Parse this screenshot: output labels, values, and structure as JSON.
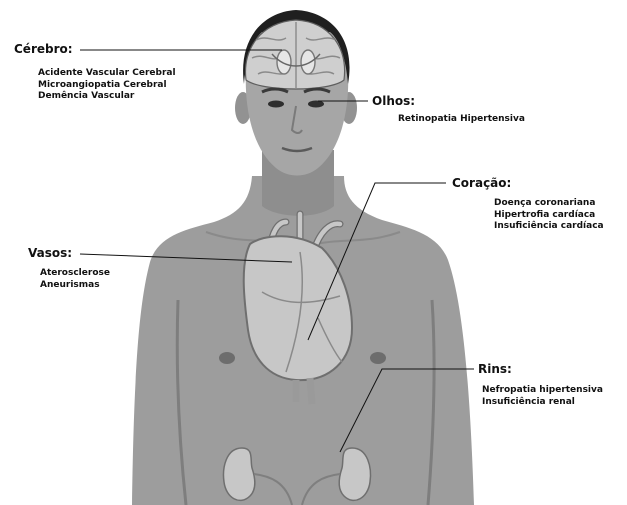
{
  "colors": {
    "background": "#ffffff",
    "skin": "#9d9d9d",
    "skin_shadow": "#808080",
    "hair": "#1f1f1f",
    "organ": "#c7c7c7",
    "organ_outline": "#6f6f6f",
    "leader_line": "#111111"
  },
  "labels": {
    "cerebro": {
      "title": "Cérebro:",
      "items": [
        "Acidente Vascular Cerebral",
        "Microangiopatia Cerebral",
        "Demência Vascular"
      ]
    },
    "olhos": {
      "title": "Olhos:",
      "items": [
        "Retinopatia Hipertensiva"
      ]
    },
    "coracao": {
      "title": "Coração:",
      "items": [
        "Doença coronariana",
        "Hipertrofia cardíaca",
        "Insuficiência cardíaca"
      ]
    },
    "vasos": {
      "title": "Vasos:",
      "items": [
        "Aterosclerose",
        "Aneurismas"
      ]
    },
    "rins": {
      "title": "Rins:",
      "items": [
        "Nefropatia hipertensiva",
        "Insuficiência renal"
      ]
    }
  }
}
